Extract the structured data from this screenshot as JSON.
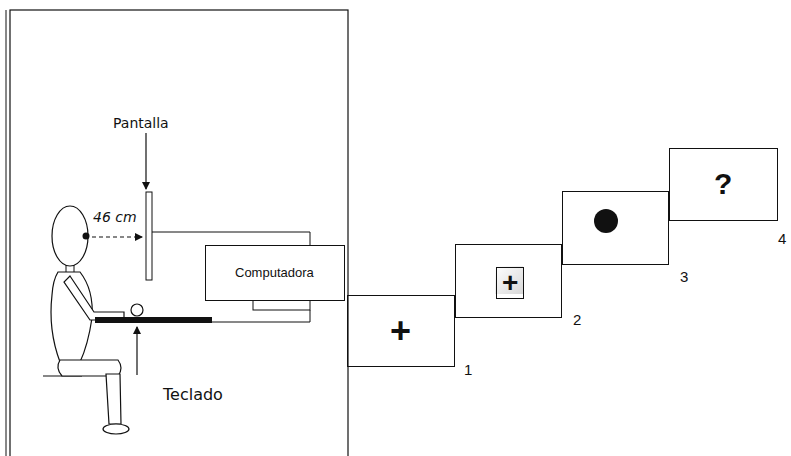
{
  "diagram": {
    "nodes": [
      {
        "text": [
          "Computadora"
        ]
      },
      {
        "text": [
          "+",
          "1"
        ]
      },
      {
        "text": [
          "2"
        ]
      },
      {
        "text": [
          "+"
        ],
        "in": 2
      },
      {
        "text": [
          "3"
        ]
      },
      {
        "text": [
          "?",
          "4"
        ]
      }
    ],
    "labels": [
      "Pantalla",
      "46 cm",
      "Teclado"
    ]
  }
}
